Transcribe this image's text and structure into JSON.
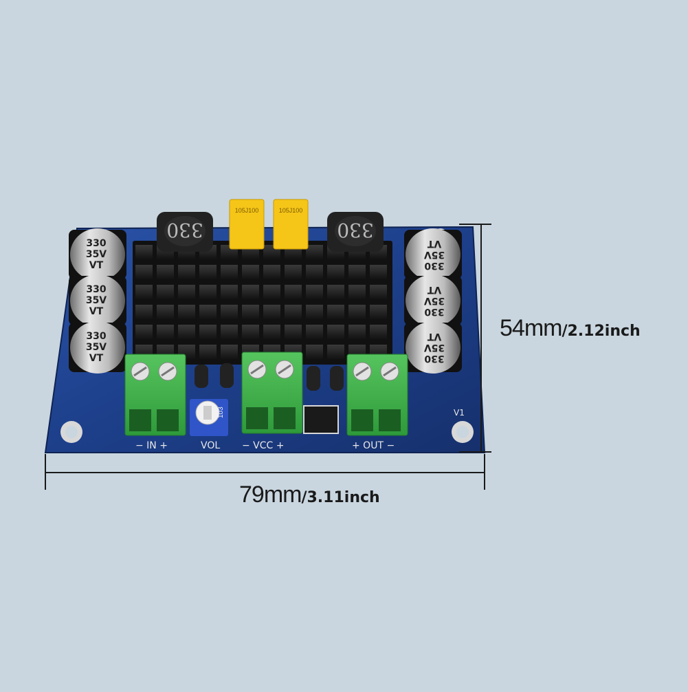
{
  "dimensions": {
    "height_main": "54mm",
    "height_sub": "/2.12inch",
    "width_main": "79mm",
    "width_sub": "/3.11inch"
  },
  "board": {
    "inductor_label": "330",
    "film_cap_label": "105J100",
    "electrolytic_cap": {
      "line1": "330",
      "line2": "35V",
      "line3": "VT"
    },
    "silkscreen": {
      "input": "− IN +",
      "volume": "VOL",
      "power": "− VCC +",
      "output": "+ OUT −",
      "version": "V1"
    },
    "potentiometer_label": "103"
  },
  "colors": {
    "background": "#c9d6df",
    "pcb": "#1d3f8a",
    "heatsink": "#1a1a1a",
    "terminal": "#3fb24a",
    "film_cap": "#f5c518"
  }
}
